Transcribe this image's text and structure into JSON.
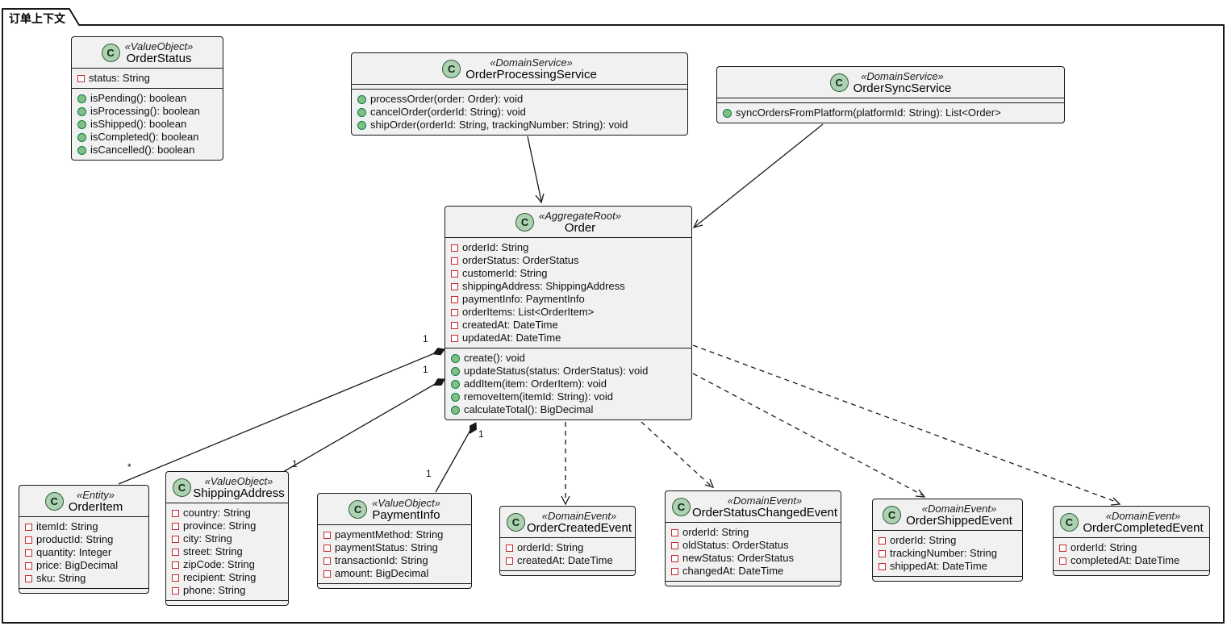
{
  "frame": {
    "title": "订单上下文"
  },
  "icons": {
    "class_letter": "C"
  },
  "colors": {
    "class_fill": "#F1F1F1",
    "border": "#181818",
    "class_circle_fill": "#ADD1B2",
    "field_icon_border": "#C82930",
    "method_icon_fill": "#84BE84",
    "method_icon_border": "#038048",
    "background": "#FFFFFF"
  },
  "classes": [
    {
      "name": "OrderStatus",
      "stereotype": "«ValueObject»",
      "fields": [
        "status: String"
      ],
      "methods": [
        "isPending(): boolean",
        "isProcessing(): boolean",
        "isShipped(): boolean",
        "isCompleted(): boolean",
        "isCancelled(): boolean"
      ]
    },
    {
      "name": "OrderProcessingService",
      "stereotype": "«DomainService»",
      "fields": [],
      "methods": [
        "processOrder(order: Order): void",
        "cancelOrder(orderId: String): void",
        "shipOrder(orderId: String, trackingNumber: String): void"
      ]
    },
    {
      "name": "OrderSyncService",
      "stereotype": "«DomainService»",
      "fields": [],
      "methods": [
        "syncOrdersFromPlatform(platformId: String): List<Order>"
      ]
    },
    {
      "name": "Order",
      "stereotype": "«AggregateRoot»",
      "fields": [
        "orderId: String",
        "orderStatus: OrderStatus",
        "customerId: String",
        "shippingAddress: ShippingAddress",
        "paymentInfo: PaymentInfo",
        "orderItems: List<OrderItem>",
        "createdAt: DateTime",
        "updatedAt: DateTime"
      ],
      "methods": [
        "create(): void",
        "updateStatus(status: OrderStatus): void",
        "addItem(item: OrderItem): void",
        "removeItem(itemId: String): void",
        "calculateTotal(): BigDecimal"
      ]
    },
    {
      "name": "OrderItem",
      "stereotype": "«Entity»",
      "fields": [
        "itemId: String",
        "productId: String",
        "quantity: Integer",
        "price: BigDecimal",
        "sku: String"
      ],
      "methods": []
    },
    {
      "name": "ShippingAddress",
      "stereotype": "«ValueObject»",
      "fields": [
        "country: String",
        "province: String",
        "city: String",
        "street: String",
        "zipCode: String",
        "recipient: String",
        "phone: String"
      ],
      "methods": []
    },
    {
      "name": "PaymentInfo",
      "stereotype": "«ValueObject»",
      "fields": [
        "paymentMethod: String",
        "paymentStatus: String",
        "transactionId: String",
        "amount: BigDecimal"
      ],
      "methods": []
    },
    {
      "name": "OrderCreatedEvent",
      "stereotype": "«DomainEvent»",
      "fields": [
        "orderId: String",
        "createdAt: DateTime"
      ],
      "methods": []
    },
    {
      "name": "OrderStatusChangedEvent",
      "stereotype": "«DomainEvent»",
      "fields": [
        "orderId: String",
        "oldStatus: OrderStatus",
        "newStatus: OrderStatus",
        "changedAt: DateTime"
      ],
      "methods": []
    },
    {
      "name": "OrderShippedEvent",
      "stereotype": "«DomainEvent»",
      "fields": [
        "orderId: String",
        "trackingNumber: String",
        "shippedAt: DateTime"
      ],
      "methods": []
    },
    {
      "name": "OrderCompletedEvent",
      "stereotype": "«DomainEvent»",
      "fields": [
        "orderId: String",
        "completedAt: DateTime"
      ],
      "methods": []
    }
  ],
  "relations": {
    "order_orderitem": {
      "source_label": "1",
      "target_label": "*"
    },
    "order_shippingaddress": {
      "source_label": "1",
      "target_label": "1"
    },
    "order_paymentinfo": {
      "source_label": "1",
      "target_label": "1"
    }
  }
}
